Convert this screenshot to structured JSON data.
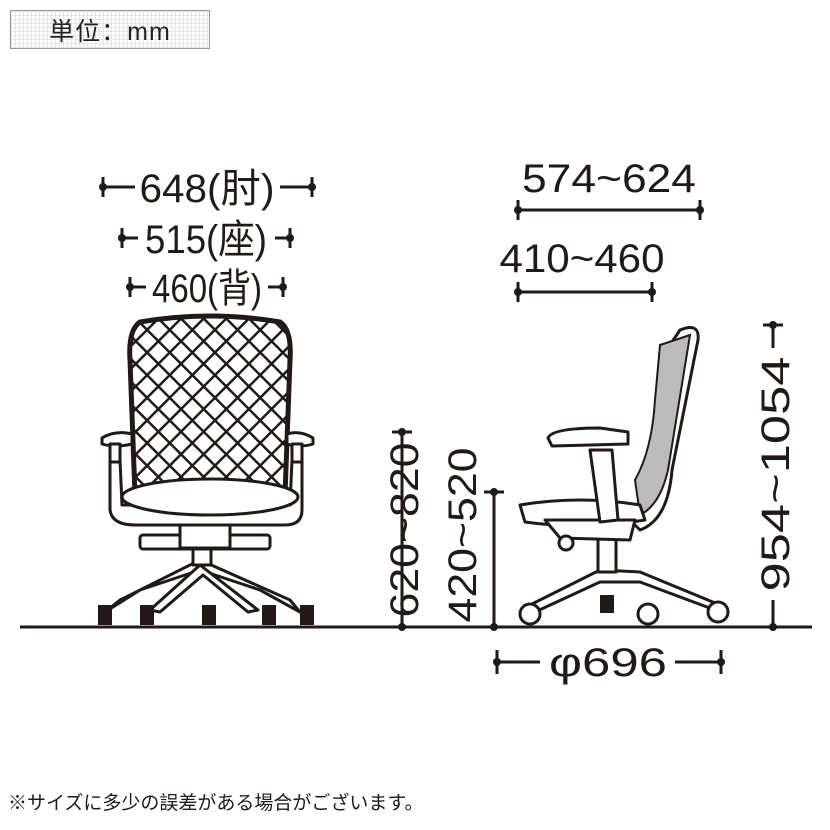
{
  "unit_label": "単位：mm",
  "front_view": {
    "width_armrest": "648(肘)",
    "width_seat": "515(座)",
    "width_back": "460(背)",
    "armrest_height": "620~820"
  },
  "side_view": {
    "depth_overall": "574~624",
    "depth_seat": "410~460",
    "seat_height": "420~520",
    "overall_height": "954~1054",
    "base_diameter": "φ696"
  },
  "footnote": "※サイズに多少の誤差がある場合がございます。"
}
